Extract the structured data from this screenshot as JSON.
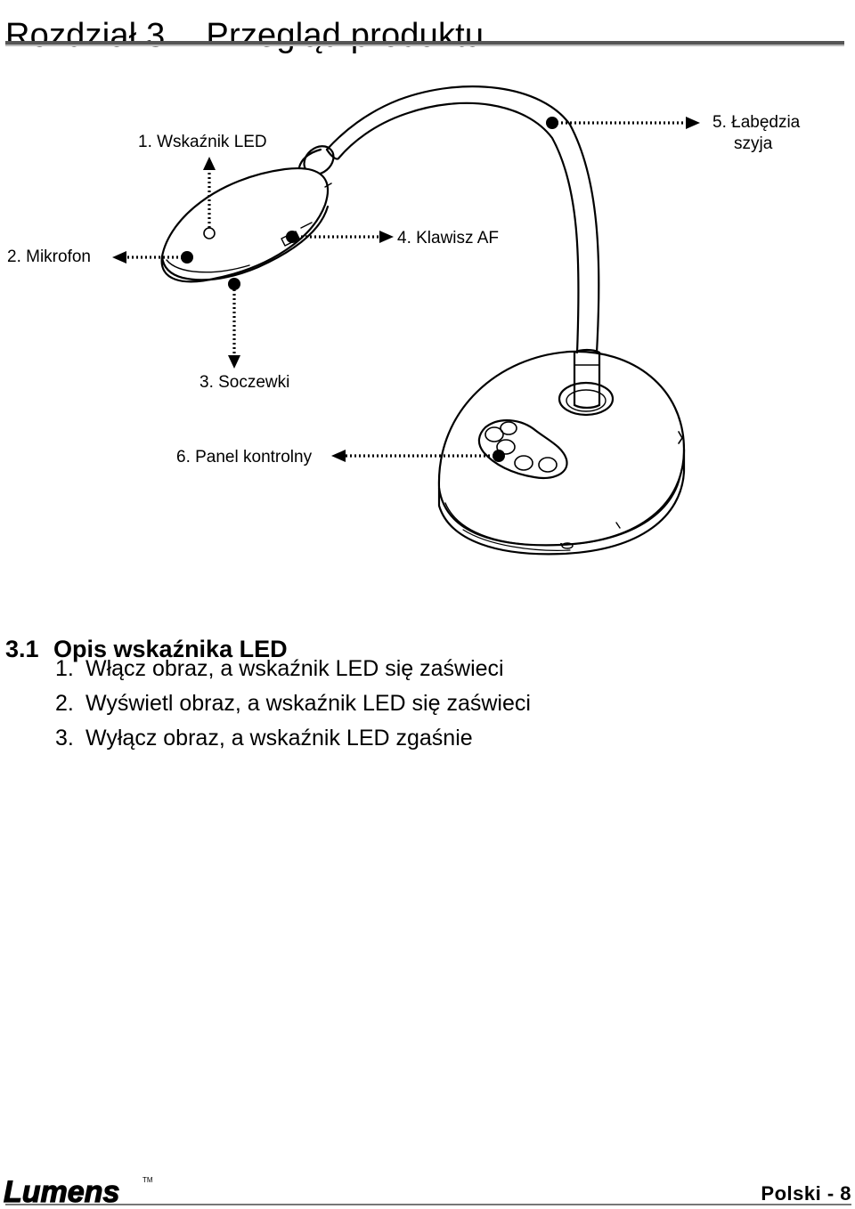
{
  "header": {
    "chapter": "Rozdział 3",
    "title": "Przegląd produktu"
  },
  "callouts": {
    "led": "1. Wskaźnik LED",
    "mic": "2. Mikrofon",
    "lens": "3. Soczewki",
    "af": "4. Klawisz AF",
    "neck_line1": "5. Łabędzia",
    "neck_line2": "szyja",
    "panel": "6. Panel kontrolny"
  },
  "section": {
    "number": "3.1",
    "title": "Opis wskaźnika LED",
    "items": [
      {
        "n": "1.",
        "text": "Włącz obraz, a wskaźnik LED się zaświeci"
      },
      {
        "n": "2.",
        "text": "Wyświetl obraz, a wskaźnik LED się zaświeci"
      },
      {
        "n": "3.",
        "text": "Wyłącz obraz, a wskaźnik LED zgaśnie"
      }
    ]
  },
  "footer": {
    "brand": "Lumens",
    "tm": "TM",
    "page_label": "Polski - 8"
  }
}
